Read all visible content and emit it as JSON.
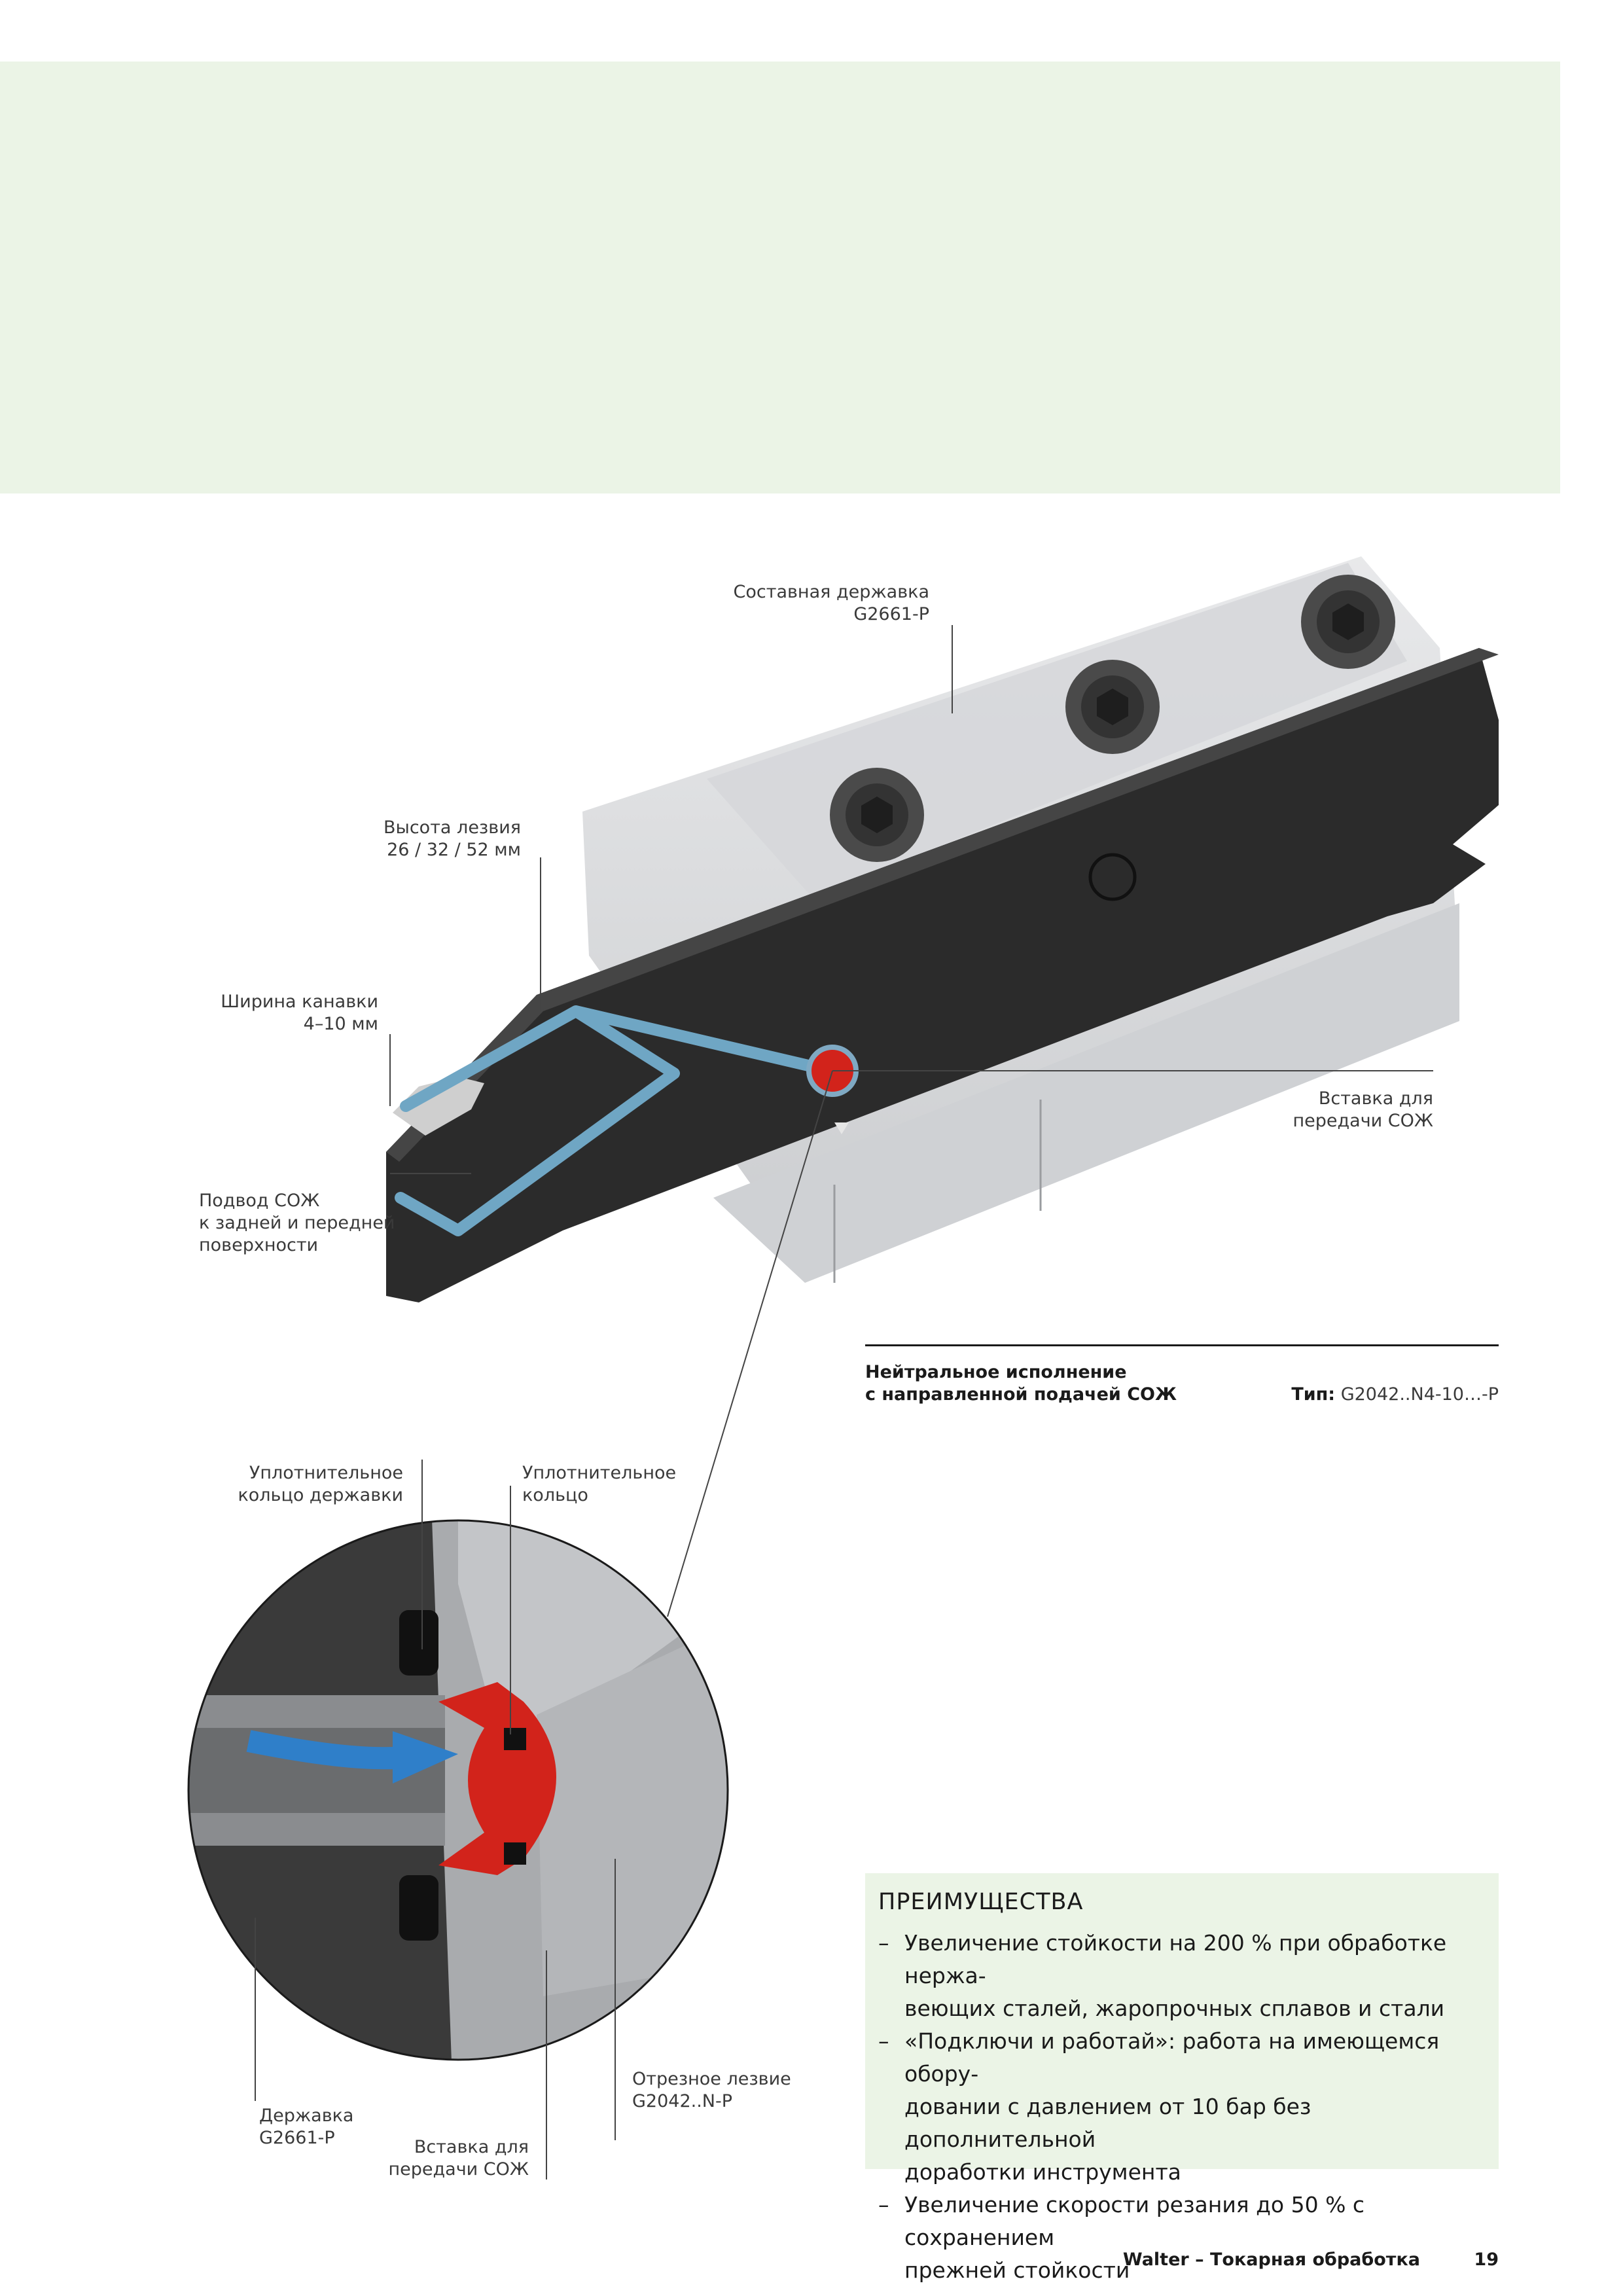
{
  "labels": {
    "holder_assembly": [
      "Составная державка",
      "G2661-P"
    ],
    "blade_height": [
      "Высота лезвия",
      "26 / 32 / 52 мм"
    ],
    "groove_width": [
      "Ширина канавки",
      "4–10 мм"
    ],
    "coolant_supply": [
      "Подвод СОЖ",
      "к задней и передней",
      "поверхности"
    ],
    "coolant_insert_top": [
      "Вставка для",
      "передачи СОЖ"
    ],
    "holder_seal": [
      "Уплотнительное",
      "кольцо державки"
    ],
    "seal_ring": [
      "Уплотнительное",
      "кольцо"
    ],
    "holder": [
      "Державка",
      "G2661-P"
    ],
    "parting_blade": [
      "Отрезное лезвие",
      "G2042..N-P"
    ],
    "coolant_insert_bottom": [
      "Вставка для",
      "передачи СОЖ"
    ]
  },
  "caption": {
    "line1": "Нейтральное исполнение",
    "line2": "с направленной подачей СОЖ",
    "type_label": "Тип:",
    "type_value": " G2042..N4-10…-P"
  },
  "advantages": {
    "title": "ПРЕИМУЩЕСТВА",
    "items": [
      [
        "Увеличение стойкости на 200 % при обработке нержа-",
        "веющих сталей, жаропрочных сплавов и стали"
      ],
      [
        "«Подключи и работай»: работа на имеющемся обору-",
        "довании с давлением от 10 бар без дополнительной",
        "доработки инструмента"
      ],
      [
        "Увеличение скорости резания до 50 % с сохранением",
        "прежней стойкости"
      ]
    ]
  },
  "footer": {
    "brand": "Walter – Токарная обработка",
    "page": "19"
  },
  "colors": {
    "green_band": "#ebf4e6",
    "coolant_blue": "#6fa6c4",
    "arrow_blue": "#2f7fc9",
    "insert_red": "#d2231b",
    "blade_dark": "#2b2b2b"
  }
}
